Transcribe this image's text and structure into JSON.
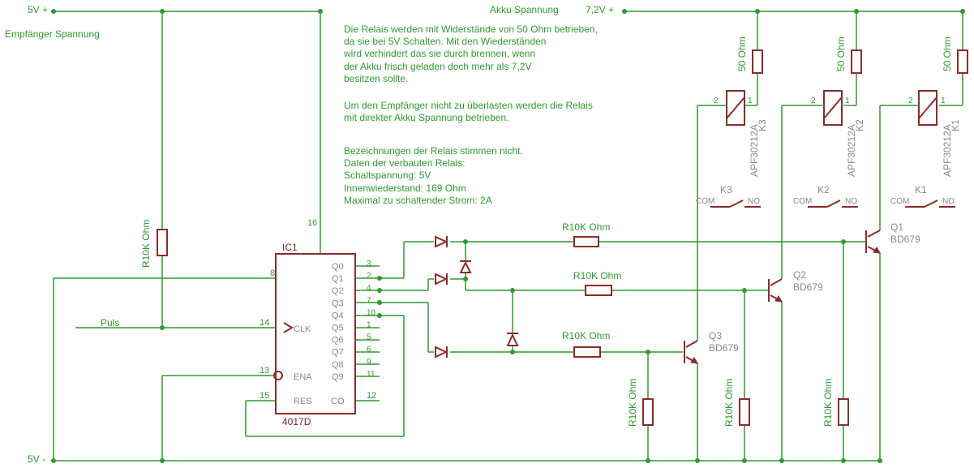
{
  "supply": {
    "v5_plus": "5V +",
    "receiver_voltage": "Empfänger Spannung",
    "v5_minus": "5V -",
    "battery_voltage": "Akku Spannung",
    "battery_value": "7,2V +"
  },
  "notes": [
    "Die Relais werden mit Widerstände von 50 Ohm betrieben,",
    "da sie bei 5V Schalten. Mit den Wiederständen",
    "wird verhindert das sie durch brennen, wenn",
    "der Akku frisch geladen doch mehr als 7,2V",
    "besitzen sollte.",
    "Um den Empfänger nicht zu überlasten werden die Relais",
    "mit direkter Akku Spannung betrieben.",
    "Bezeichnungen der Relais stimmen nicht.",
    "Daten der verbauten Relais:",
    "Schaltspannung: 5V",
    "Innenwiederstand: 169 Ohm",
    "Maximal zu schaltender Strom: 2A"
  ],
  "ic": {
    "name": "IC1",
    "part": "4017D",
    "pin16": "16",
    "pin8": "8",
    "pin14": "14",
    "pin13": "13",
    "pin15": "15",
    "clk": "CLK",
    "ena": "ENA",
    "res": "RES",
    "co": "CO",
    "outputs": [
      {
        "name": "Q0",
        "pin": "3"
      },
      {
        "name": "Q1",
        "pin": "2"
      },
      {
        "name": "Q2",
        "pin": "4"
      },
      {
        "name": "Q3",
        "pin": "7"
      },
      {
        "name": "Q4",
        "pin": "10"
      },
      {
        "name": "Q5",
        "pin": "1"
      },
      {
        "name": "Q6",
        "pin": "5"
      },
      {
        "name": "Q7",
        "pin": "6"
      },
      {
        "name": "Q8",
        "pin": "9"
      },
      {
        "name": "Q9",
        "pin": "11"
      }
    ],
    "co_pin": "12"
  },
  "puls": "Puls",
  "resistors": {
    "input_pullup": "R10K Ohm",
    "base_q1": "R10K Ohm",
    "base_q2": "R10K Ohm",
    "base_q3": "R10K Ohm",
    "pd_q3": "R10K Ohm",
    "pd_q2": "R10K Ohm",
    "pd_q1": "R10K Ohm",
    "relay_k3": "50 Ohm",
    "relay_k2": "50 Ohm",
    "relay_k1": "50 Ohm"
  },
  "relays": [
    {
      "coil": "K3",
      "type": "APF30212A",
      "pin2": "2",
      "pin1": "1",
      "contact": "K3",
      "com": "COM",
      "no": "NO"
    },
    {
      "coil": "K2",
      "type": "APF30212A",
      "pin2": "2",
      "pin1": "1",
      "contact": "K2",
      "com": "COM",
      "no": "NO"
    },
    {
      "coil": "K1",
      "type": "APF30212A",
      "pin2": "2",
      "pin1": "1",
      "contact": "K1",
      "com": "COM",
      "no": "NO"
    }
  ],
  "transistors": [
    {
      "name": "Q1",
      "type": "BD679"
    },
    {
      "name": "Q2",
      "type": "BD679"
    },
    {
      "name": "Q3",
      "type": "BD679"
    }
  ]
}
